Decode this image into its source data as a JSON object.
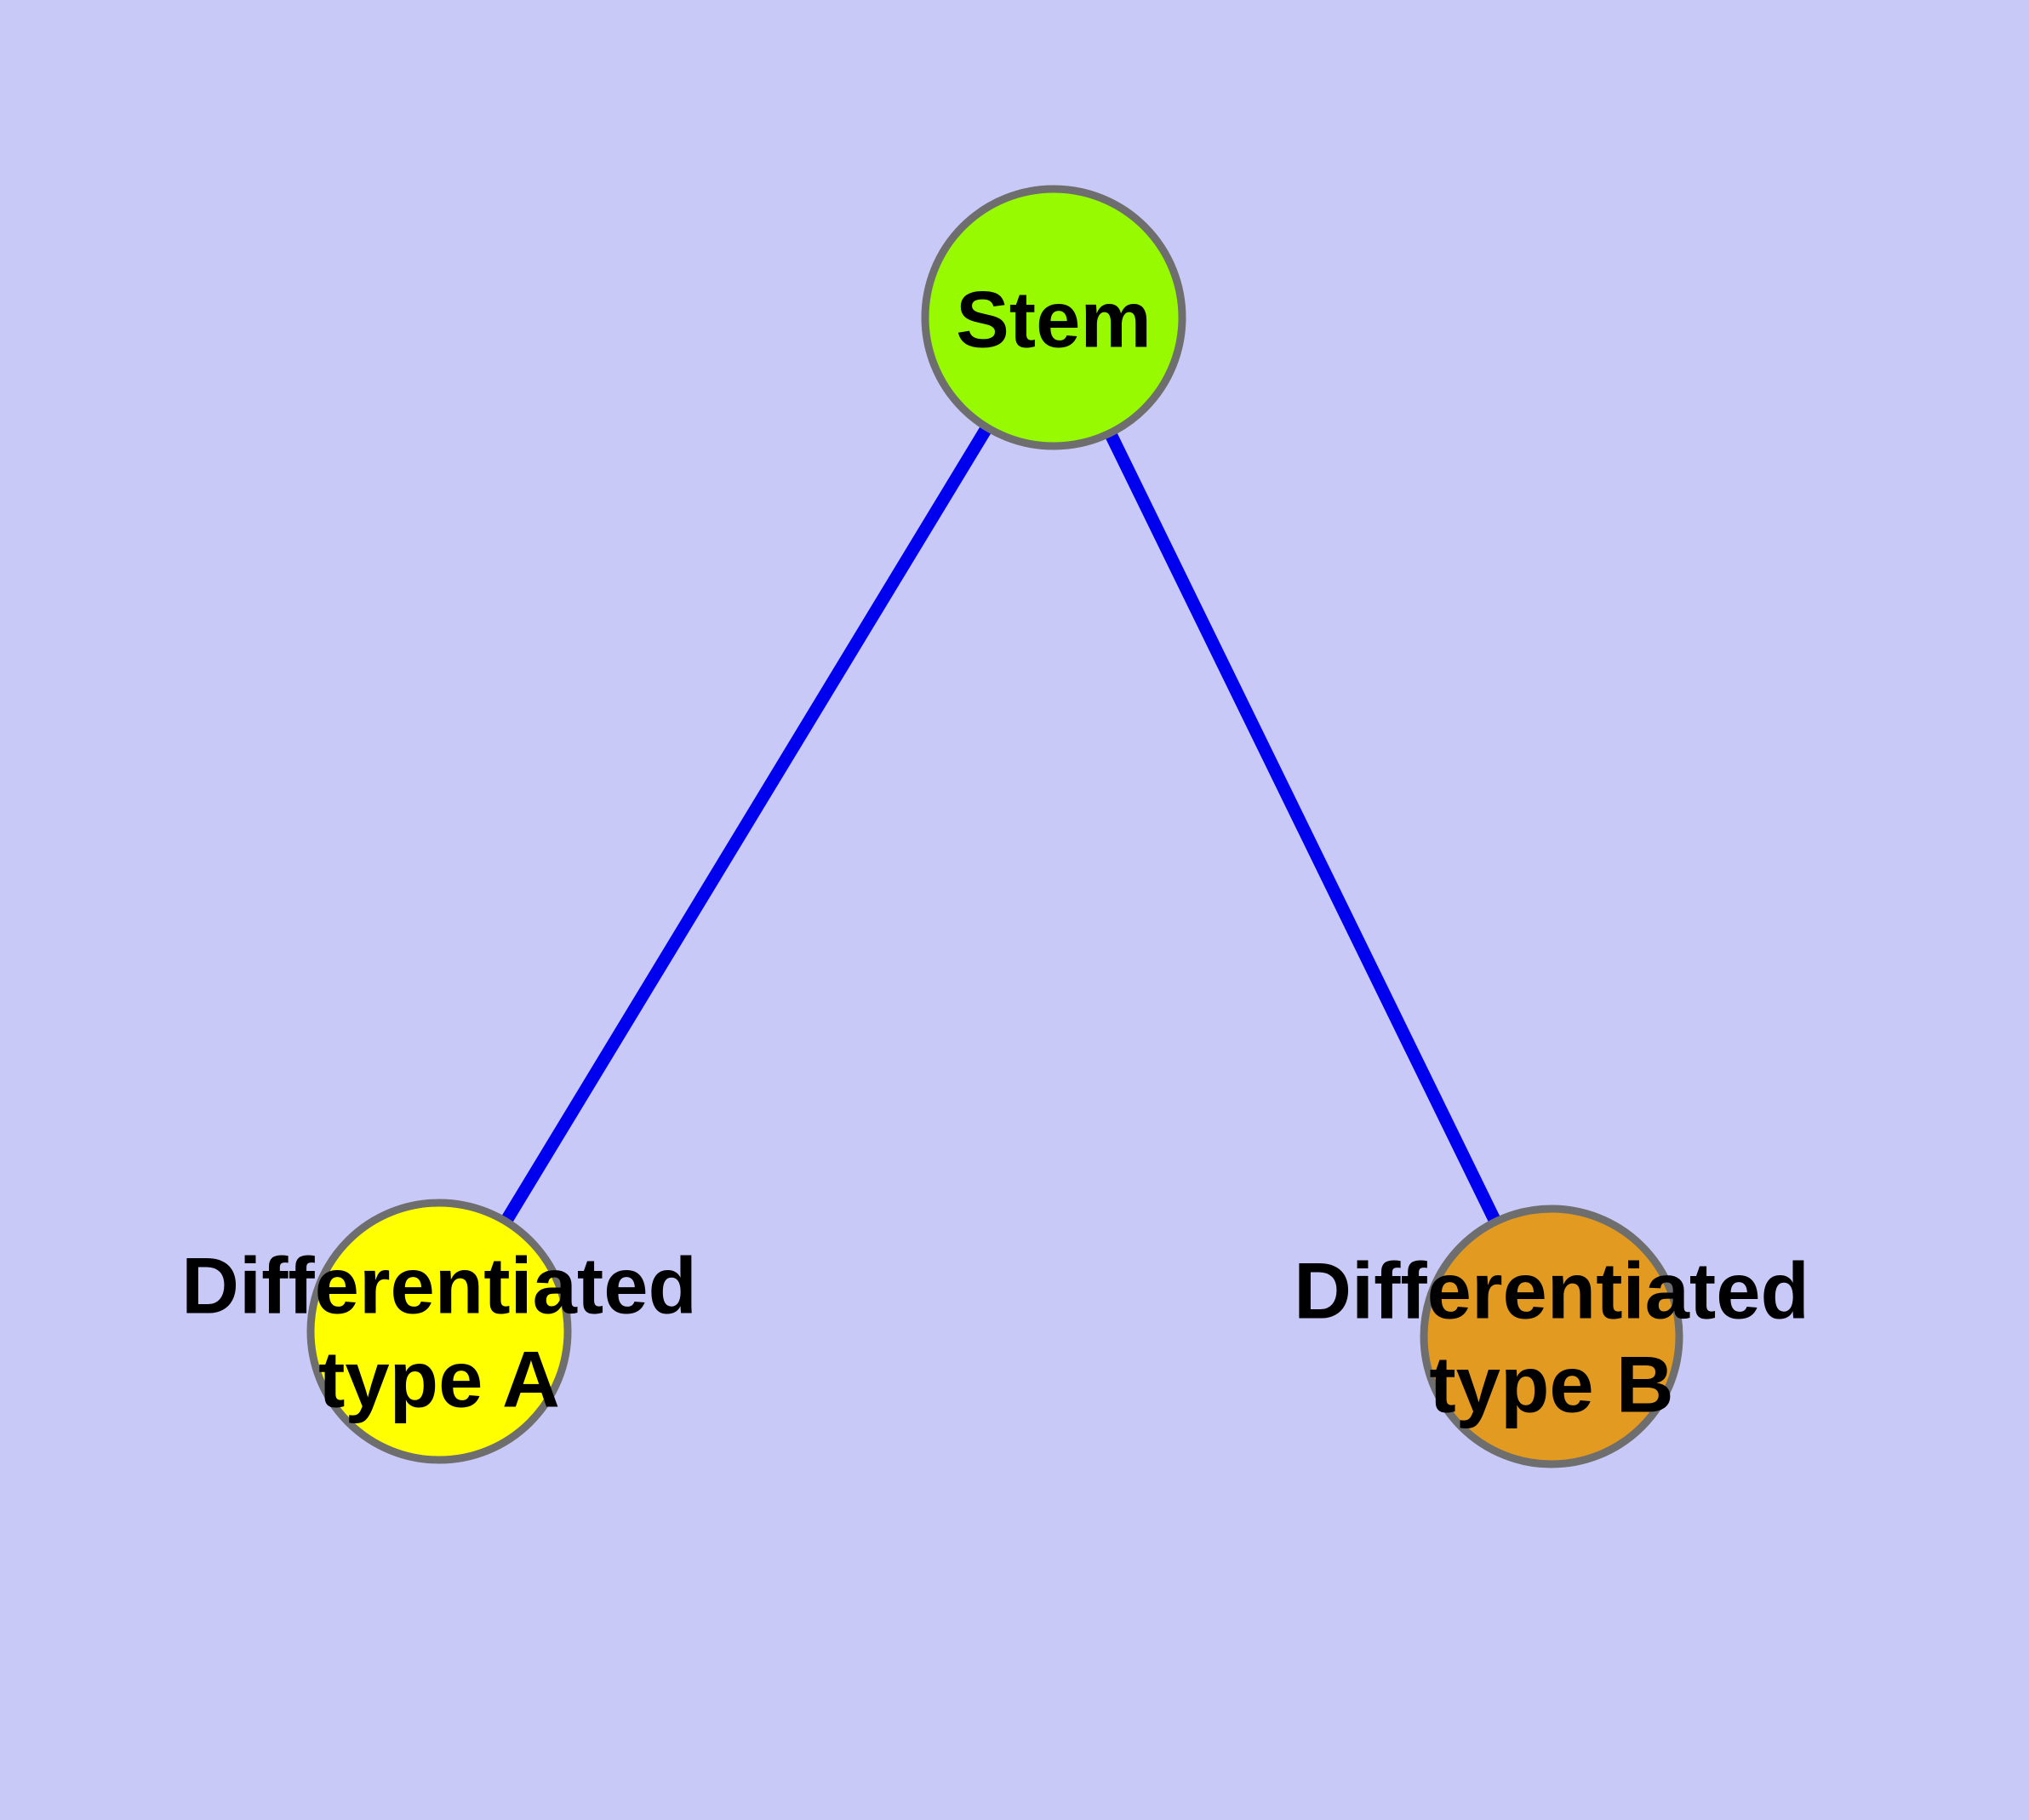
{
  "diagram": {
    "type": "node-link-graph",
    "background_color": "#C9C9F8",
    "edge_color": "#0000EE",
    "edge_width": "15",
    "node_border_color": "#6E6E6E",
    "node_border_width": "9",
    "label_color": "#000000",
    "nodes": {
      "stem": {
        "id": "stem",
        "label": "Stem",
        "label_line1": "Stem",
        "color": "#97FA00"
      },
      "typeA": {
        "id": "differentiated-type-a",
        "label": "Differentiated type A",
        "label_line1": "Differentiated",
        "label_line2": "type A",
        "color": "#FFFF00"
      },
      "typeB": {
        "id": "differentiated-type-b",
        "label": "Differentiated type B",
        "label_line1": "Differentiated",
        "label_line2": "type B",
        "color": "#E29A20"
      }
    },
    "edges": [
      {
        "from": "Stem",
        "to": "Differentiated type A"
      },
      {
        "from": "Stem",
        "to": "Differentiated type B"
      }
    ]
  }
}
